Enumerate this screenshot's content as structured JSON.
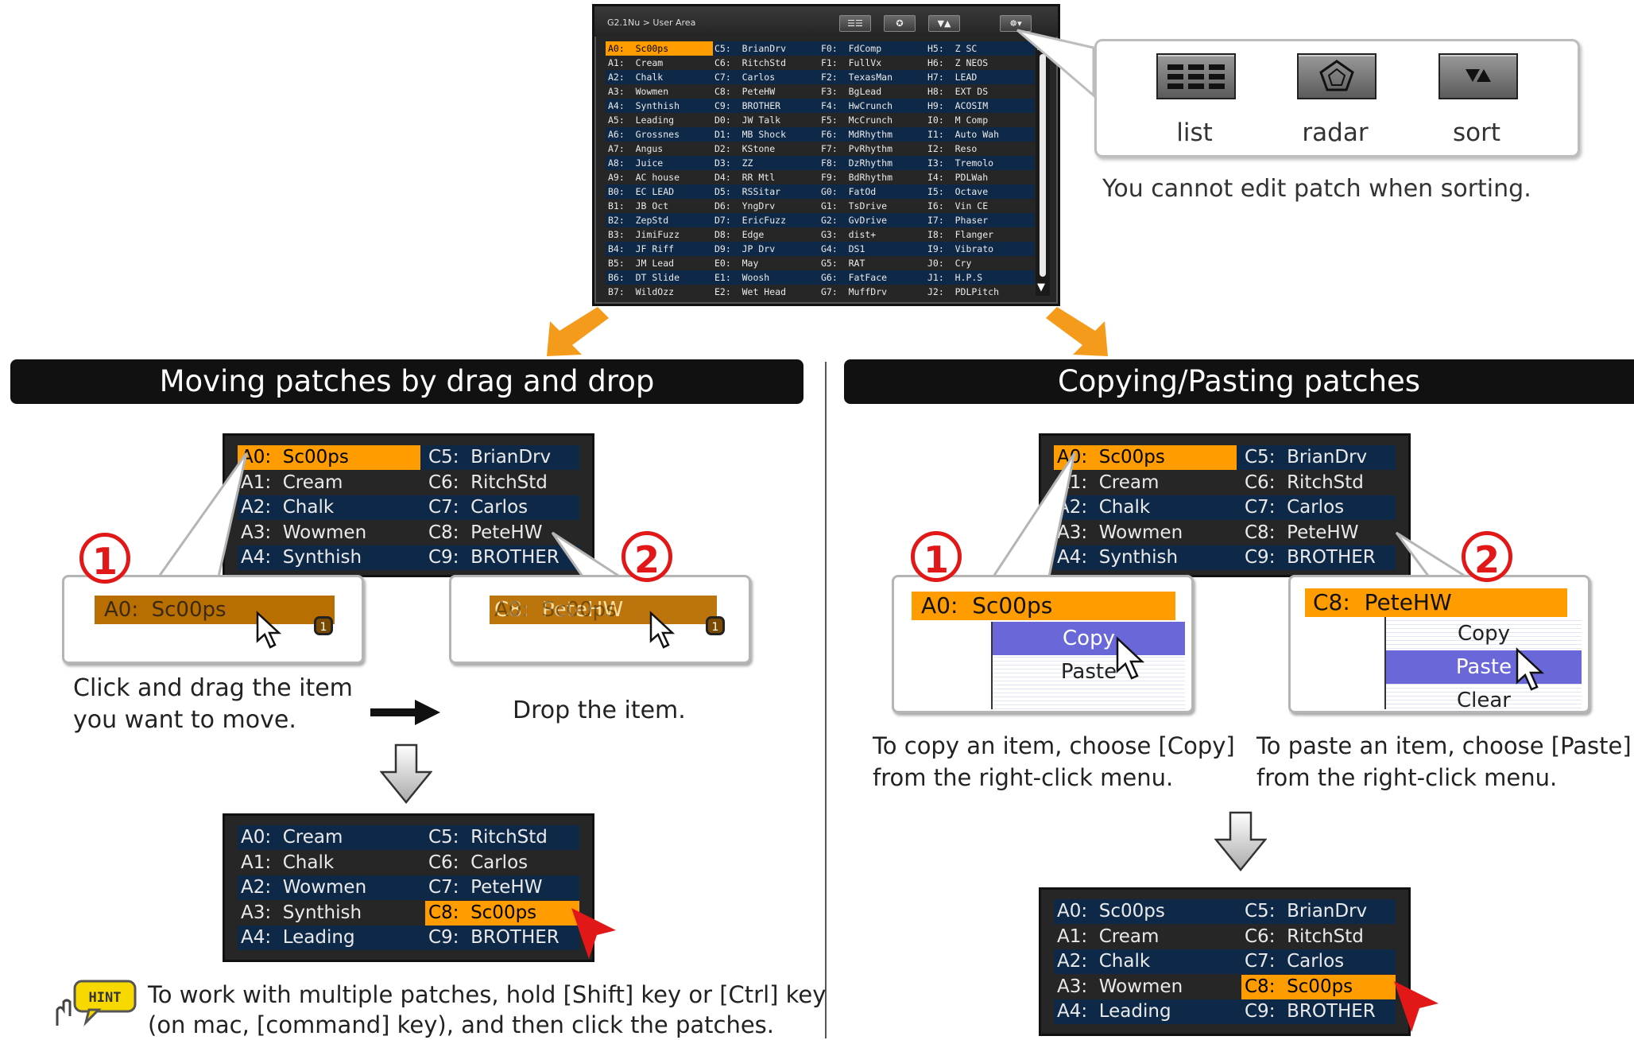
{
  "window": {
    "breadcrumb": "G2.1Nu > User Area",
    "settings_label": "☸▾",
    "columns": [
      [
        "A0:  Sc00ps",
        "A1:  Cream",
        "A2:  Chalk",
        "A3:  Wowmen",
        "A4:  Synthish",
        "A5:  Leading",
        "A6:  Grossnes",
        "A7:  Angus",
        "A8:  Juice",
        "A9:  AC house",
        "B0:  EC LEAD",
        "B1:  JB Oct",
        "B2:  ZepStd",
        "B3:  JimiFuzz",
        "B4:  JF Riff",
        "B5:  JM Lead",
        "B6:  DT Slide",
        "B7:  WildOzz"
      ],
      [
        "C5:  BrianDrv",
        "C6:  RitchStd",
        "C7:  Carlos",
        "C8:  PeteHW",
        "C9:  BROTHER",
        "D0:  JW Talk",
        "D1:  MB Shock",
        "D2:  KStone",
        "D3:  ZZ",
        "D4:  RR Mtl",
        "D5:  RSSitar",
        "D6:  YngDrv",
        "D7:  EricFuzz",
        "D8:  Edge",
        "D9:  JP Drv",
        "E0:  May",
        "E1:  Woosh",
        "E2:  Wet Head"
      ],
      [
        "F0:  FdComp",
        "F1:  FullVx",
        "F2:  TexasMan",
        "F3:  BgLead",
        "F4:  HwCrunch",
        "F5:  McCrunch",
        "F6:  MdRhythm",
        "F7:  PvRhythm",
        "F8:  DzRhythm",
        "F9:  BdRhythm",
        "G0:  FatOd",
        "G1:  TsDrive",
        "G2:  GvDrive",
        "G3:  dist+",
        "G4:  DS1",
        "G5:  RAT",
        "G6:  FatFace",
        "G7:  MuffDrv"
      ],
      [
        "H5:  Z SC",
        "H6:  Z NEOS",
        "H7:  LEAD",
        "H8:  EXT DS",
        "H9:  ACOSIM",
        "I0:  M Comp",
        "I1:  Auto Wah",
        "I2:  Reso",
        "I3:  Tremolo",
        "I4:  PDLWah",
        "I5:  Octave",
        "I6:  Vin CE",
        "I7:  Phaser",
        "I8:  Flanger",
        "I9:  Vibrato",
        "J0:  Cry",
        "J1:  H.P.S",
        "J2:  PDLPitch"
      ]
    ]
  },
  "view_buttons": {
    "list": "list",
    "radar": "radar",
    "sort": "sort"
  },
  "sort_note": "You cannot edit patch when sorting.",
  "left": {
    "header": "Moving patches by drag and drop",
    "panel_before": {
      "col1": [
        "A0:  Sc00ps",
        "A1:  Cream",
        "A2:  Chalk",
        "A3:  Wowmen",
        "A4:  Synthish"
      ],
      "col2": [
        "C5:  BrianDrv",
        "C6:  RitchStd",
        "C7:  Carlos",
        "C8:  PeteHW",
        "C9:  BROTHER"
      ]
    },
    "step1_num": "1",
    "step2_num": "2",
    "drag_item": "A0:  Sc00ps",
    "drop_item": "A0:  Sc00ps",
    "drop_ghost": "C8:  PeteHW",
    "count_badge": "1",
    "step1_text": [
      "Click and drag the item",
      "you want to move."
    ],
    "step2_text": "Drop the item.",
    "panel_after": {
      "col1": [
        "A0:  Cream",
        "A1:  Chalk",
        "A2:  Wowmen",
        "A3:  Synthish",
        "A4:  Leading"
      ],
      "col2": [
        "C5:  RitchStd",
        "C6:  Carlos",
        "C7:  PeteHW",
        "C8:  Sc00ps",
        "C9:  BROTHER"
      ]
    },
    "hint_badge": "HINT",
    "hint_text": [
      "To work with multiple patches, hold [Shift] key or [Ctrl] key",
      "(on mac, [command] key), and then click the patches."
    ]
  },
  "right": {
    "header": "Copying/Pasting patches",
    "panel_before": {
      "col1": [
        "A0:  Sc00ps",
        "A1:  Cream",
        "A2:  Chalk",
        "A3:  Wowmen",
        "A4:  Synthish"
      ],
      "col2": [
        "C5:  BrianDrv",
        "C6:  RitchStd",
        "C7:  Carlos",
        "C8:  PeteHW",
        "C9:  BROTHER"
      ]
    },
    "step1_num": "1",
    "step2_num": "2",
    "copy_item": "A0:  Sc00ps",
    "paste_item": "C8:  PeteHW",
    "menu_copy": "Copy",
    "menu_paste": "Paste",
    "menu_clear": "Clear",
    "step1_text": [
      "To copy an item, choose [Copy]",
      "from the right-click menu."
    ],
    "step2_text": [
      "To paste an item, choose [Paste]",
      "from the right-click menu."
    ],
    "panel_after": {
      "col1": [
        "A0:  Sc00ps",
        "A1:  Cream",
        "A2:  Chalk",
        "A3:  Wowmen",
        "A4:  Leading"
      ],
      "col2": [
        "C5:  BrianDrv",
        "C6:  RitchStd",
        "C7:  Carlos",
        "C8:  Sc00ps",
        "C9:  BROTHER"
      ]
    }
  },
  "colors": {
    "selected": "#ff9c00",
    "row_blue": "#0e2948",
    "row_gray": "#262626",
    "menu_highlight": "#6a68d8",
    "step_red": "#e21818",
    "arrow_orange": "#f59b1c"
  }
}
